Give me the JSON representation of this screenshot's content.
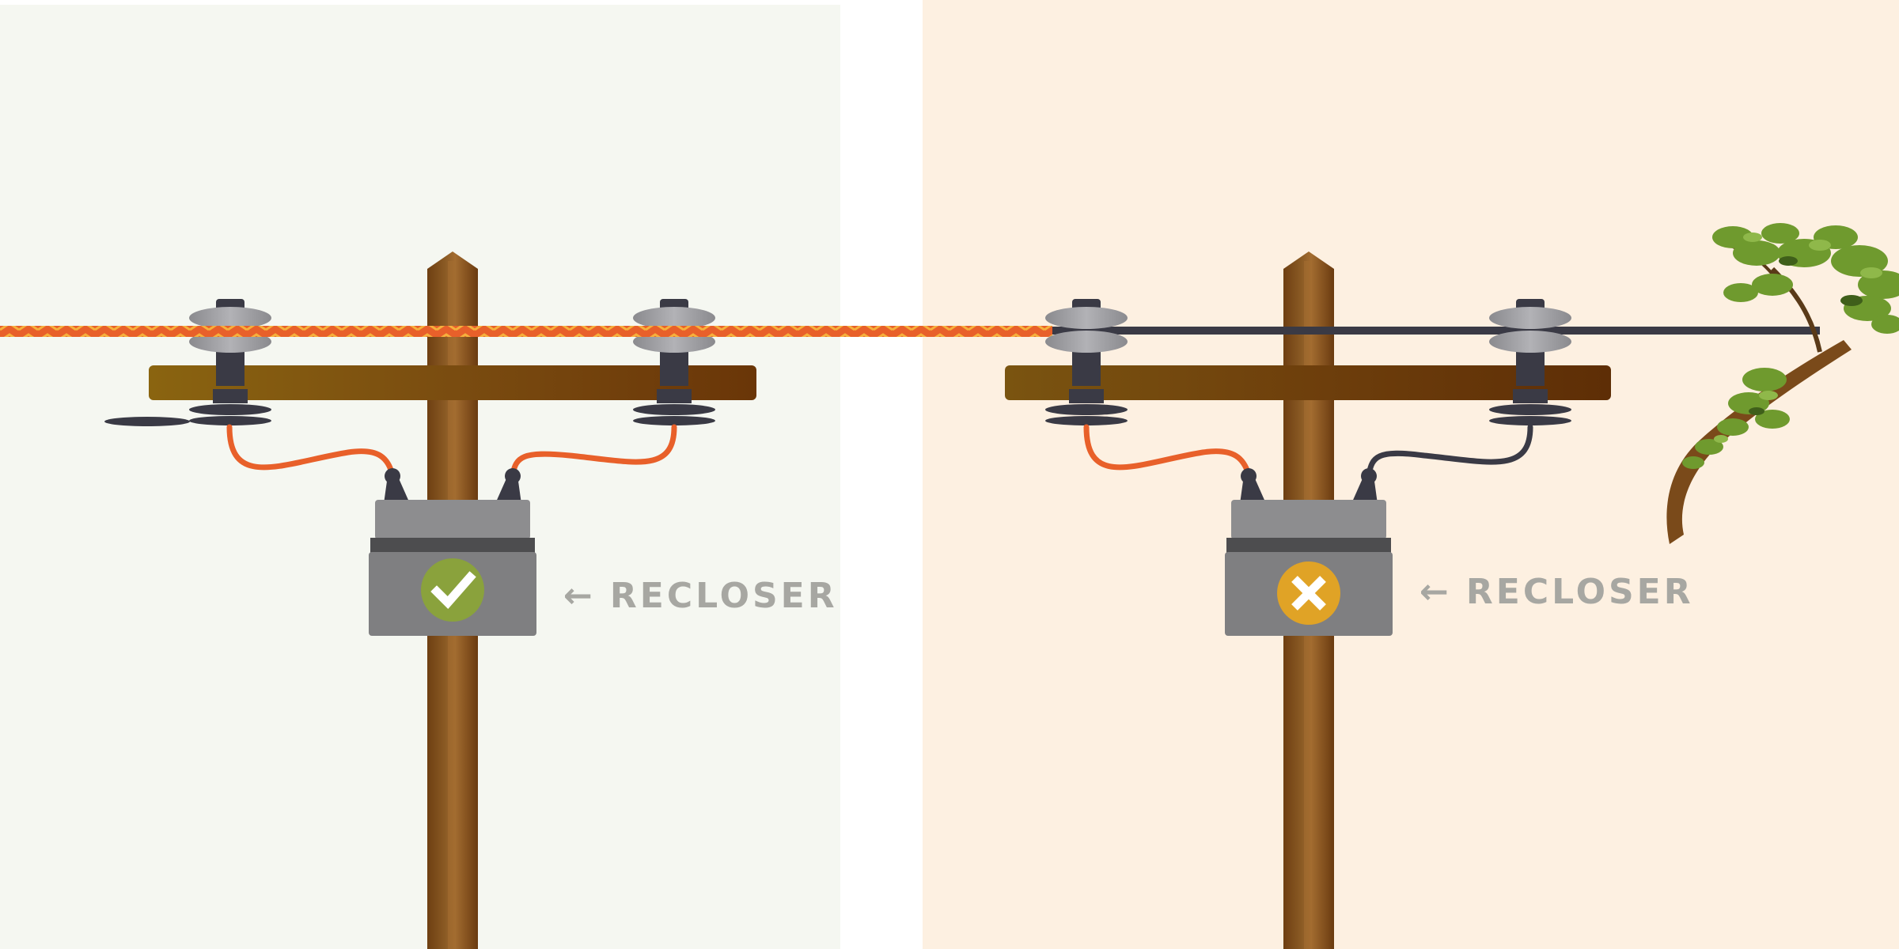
{
  "colors": {
    "panel_left_bg": "#f5f7f1",
    "panel_right_bg": "#fdf0e1",
    "pole": "#7a4a1a",
    "pole_highlight": "#a0682c",
    "crossarm_left": "#7f5a0f",
    "crossarm_right": "#6a3a0a",
    "insulator": "#9d9da0",
    "insulator_dark": "#3a3a45",
    "live_wire": "#e8602a",
    "live_wire_pattern": "#f6b13c",
    "dead_wire": "#3a3a45",
    "recloser_body": "#7f7f81",
    "recloser_top": "#8d8d8f",
    "recloser_band": "#4d4d4f",
    "status_ok": "#8aa23c",
    "status_fault": "#e0a326",
    "label_text": "#a7a7a2",
    "foliage": "#6f9a2e",
    "branch": "#7a4a1a"
  },
  "left_panel": {
    "label": "RECLOSER",
    "arrow": "←",
    "status": "closed",
    "status_icon": "checkmark-icon"
  },
  "right_panel": {
    "label": "RECLOSER",
    "arrow": "←",
    "status": "open",
    "status_icon": "x-mark-icon"
  }
}
